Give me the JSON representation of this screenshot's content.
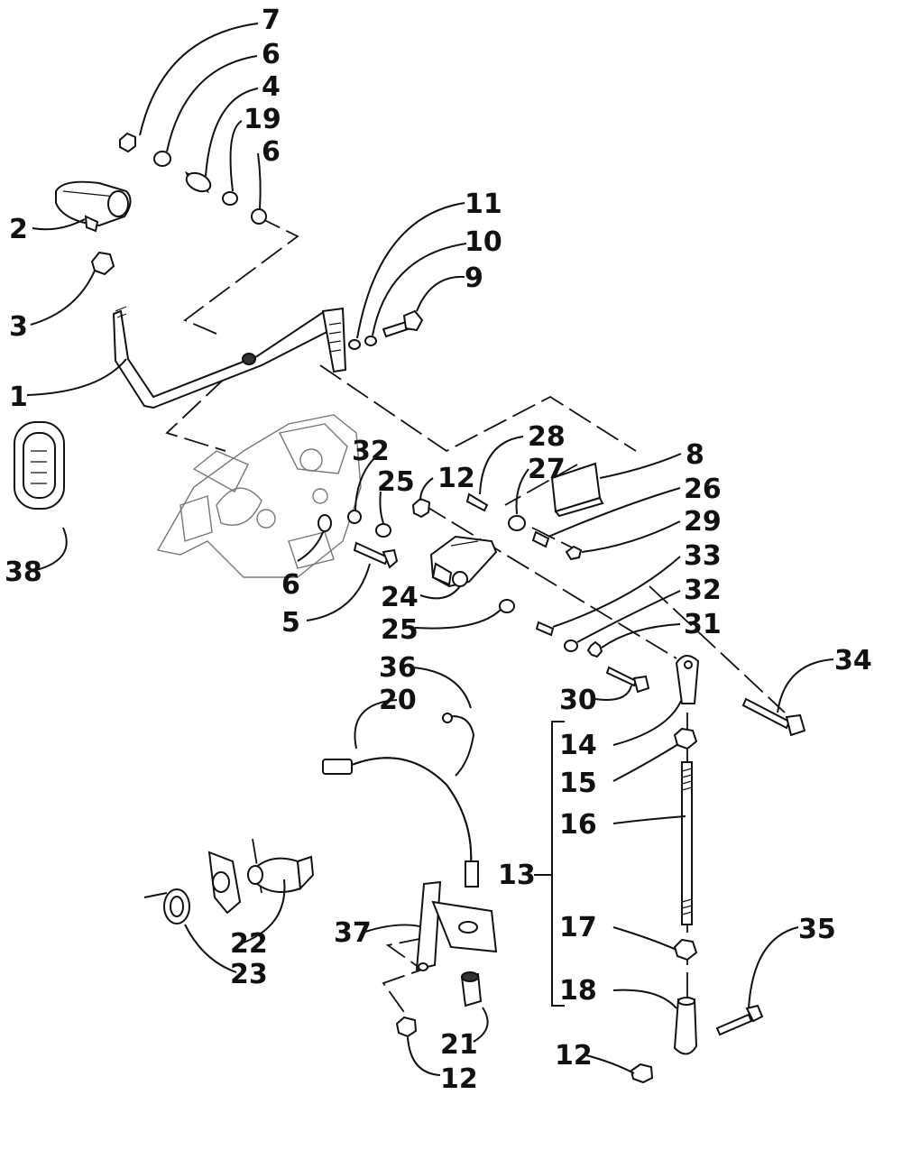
{
  "diagram": {
    "callouts": [
      {
        "id": "c7",
        "text": "7"
      },
      {
        "id": "c6a",
        "text": "6"
      },
      {
        "id": "c4",
        "text": "4"
      },
      {
        "id": "c19",
        "text": "19"
      },
      {
        "id": "c6b",
        "text": "6"
      },
      {
        "id": "c2",
        "text": "2"
      },
      {
        "id": "c3",
        "text": "3"
      },
      {
        "id": "c1",
        "text": "1"
      },
      {
        "id": "c11",
        "text": "11"
      },
      {
        "id": "c10",
        "text": "10"
      },
      {
        "id": "c9",
        "text": "9"
      },
      {
        "id": "c38",
        "text": "38"
      },
      {
        "id": "c28",
        "text": "28"
      },
      {
        "id": "c27",
        "text": "27"
      },
      {
        "id": "c8",
        "text": "8"
      },
      {
        "id": "c26",
        "text": "26"
      },
      {
        "id": "c29",
        "text": "29"
      },
      {
        "id": "c32a",
        "text": "32"
      },
      {
        "id": "c25a",
        "text": "25"
      },
      {
        "id": "c12a",
        "text": "12"
      },
      {
        "id": "c6c",
        "text": "6"
      },
      {
        "id": "c5",
        "text": "5"
      },
      {
        "id": "c24",
        "text": "24"
      },
      {
        "id": "c25b",
        "text": "25"
      },
      {
        "id": "c33",
        "text": "33"
      },
      {
        "id": "c32b",
        "text": "32"
      },
      {
        "id": "c31",
        "text": "31"
      },
      {
        "id": "c30",
        "text": "30"
      },
      {
        "id": "c34",
        "text": "34"
      },
      {
        "id": "c36",
        "text": "36"
      },
      {
        "id": "c20",
        "text": "20"
      },
      {
        "id": "c14",
        "text": "14"
      },
      {
        "id": "c15",
        "text": "15"
      },
      {
        "id": "c16",
        "text": "16"
      },
      {
        "id": "c13",
        "text": "13"
      },
      {
        "id": "c17",
        "text": "17"
      },
      {
        "id": "c18",
        "text": "18"
      },
      {
        "id": "c35",
        "text": "35"
      },
      {
        "id": "c12b",
        "text": "12"
      },
      {
        "id": "c22",
        "text": "22"
      },
      {
        "id": "c23",
        "text": "23"
      },
      {
        "id": "c37",
        "text": "37"
      },
      {
        "id": "c21",
        "text": "21"
      },
      {
        "id": "c12c",
        "text": "12"
      }
    ]
  }
}
